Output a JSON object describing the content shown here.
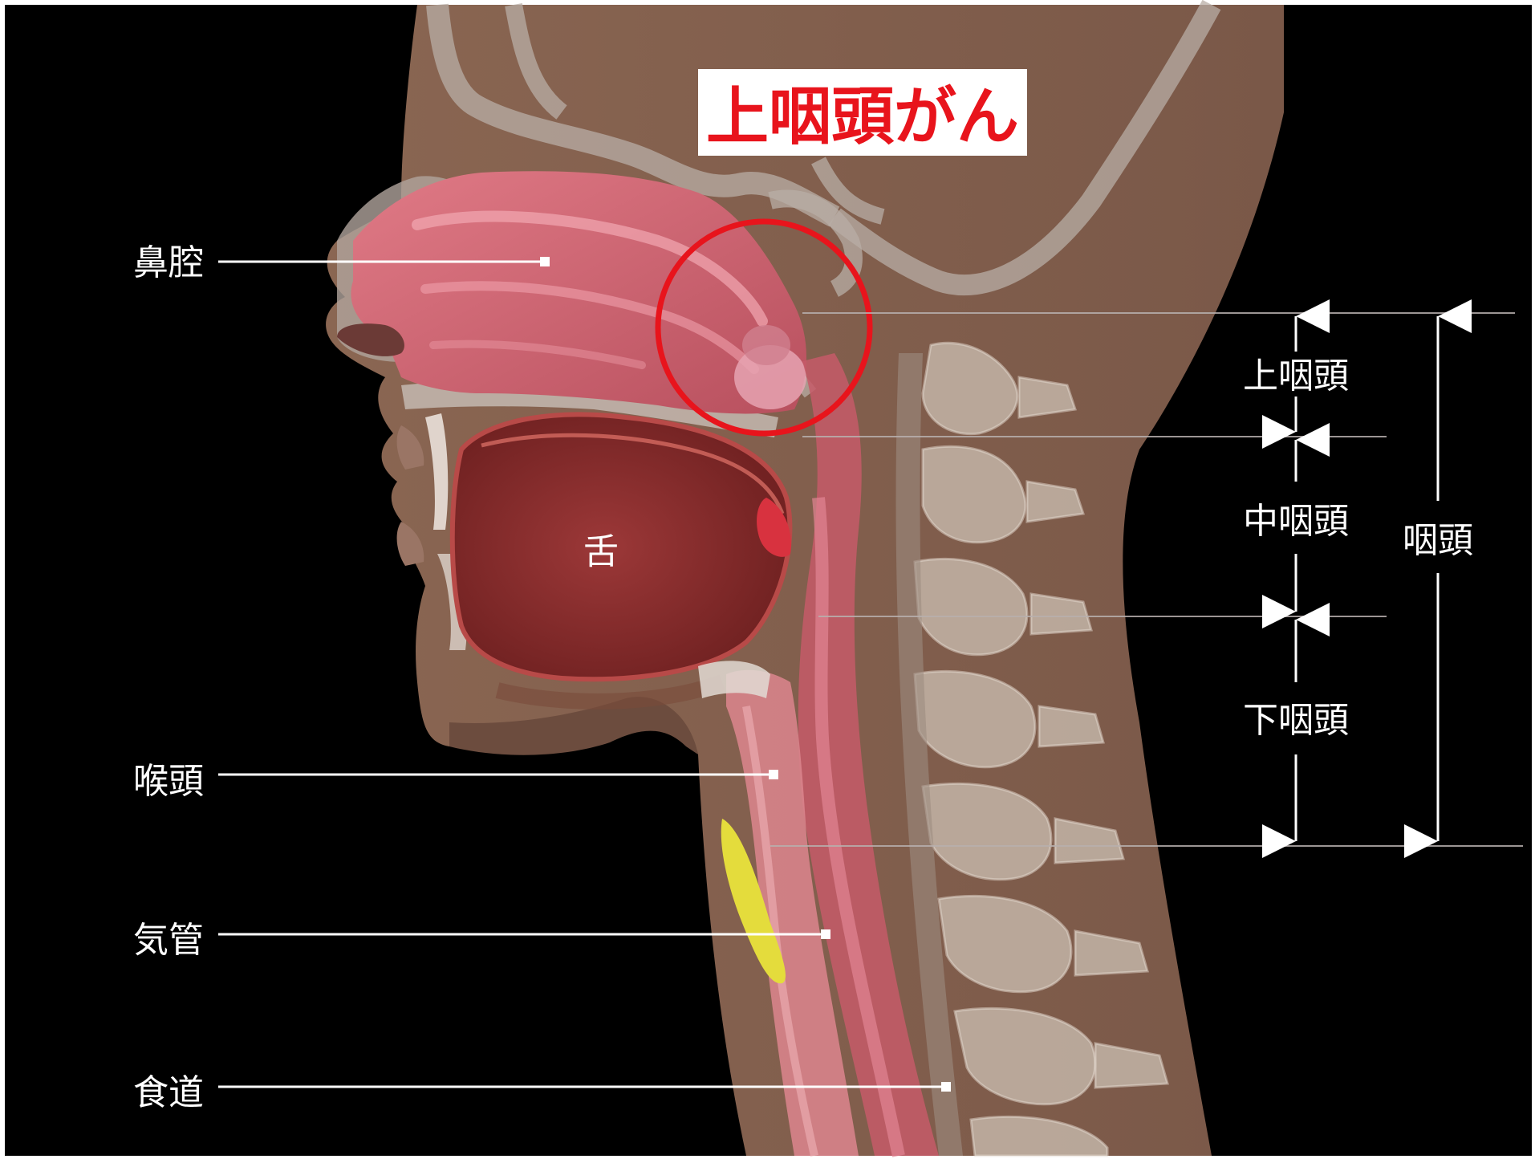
{
  "title": "上咽頭がん",
  "labels": {
    "nasal_cavity": "鼻腔",
    "tongue": "舌",
    "larynx": "喉頭",
    "trachea": "気管",
    "esophagus": "食道"
  },
  "regions": {
    "nasopharynx": "上咽頭",
    "oropharynx": "中咽頭",
    "hypopharynx": "下咽頭",
    "pharynx": "咽頭"
  },
  "colors": {
    "background": "#000000",
    "highlight": "#e8141c",
    "label_line": "#ffffff"
  }
}
